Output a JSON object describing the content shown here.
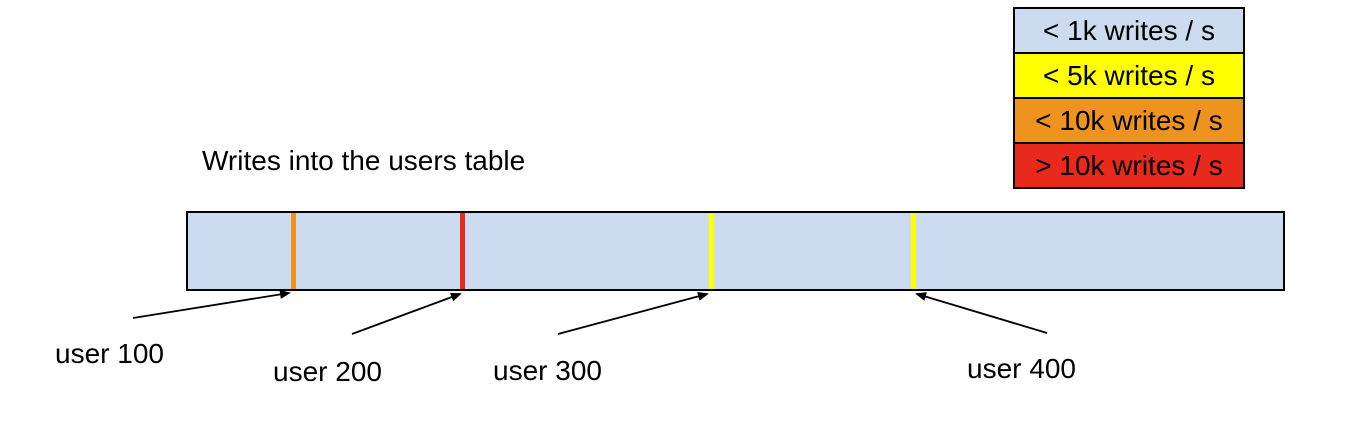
{
  "title": "Writes into the users table",
  "legend": {
    "items": [
      {
        "label": "< 1k writes / s",
        "color": "#ccdbf0"
      },
      {
        "label": "< 5k writes / s",
        "color": "#ffff00"
      },
      {
        "label": "< 10k writes / s",
        "color": "#ee941e"
      },
      {
        "label": "> 10k writes / s",
        "color": "#e8291c"
      }
    ]
  },
  "table_bar": {
    "fill": "#ccdbf0",
    "border_color": "#000000",
    "markers": [
      {
        "label": "user 100",
        "rate": "< 10k writes / s",
        "color": "#ee941e",
        "x_pct": 9.4
      },
      {
        "label": "user 200",
        "rate": "> 10k writes / s",
        "color": "#e8291c",
        "x_pct": 24.8
      },
      {
        "label": "user 300",
        "rate": "< 5k writes / s",
        "color": "#ffff00",
        "x_pct": 47.6
      },
      {
        "label": "user 400",
        "rate": "< 5k writes / s",
        "color": "#ffff00",
        "x_pct": 66.0
      }
    ]
  }
}
